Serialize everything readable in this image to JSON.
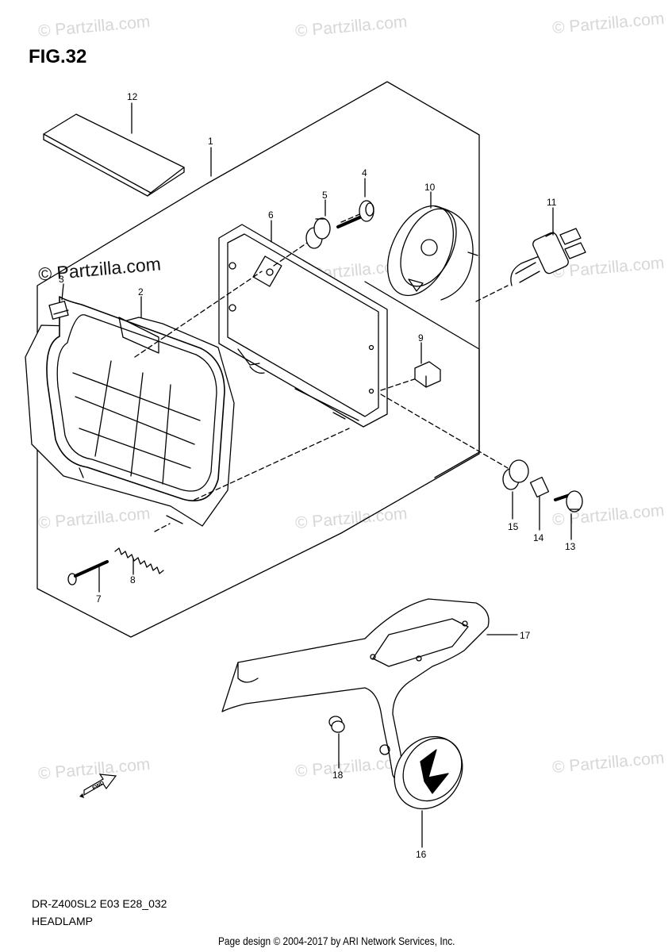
{
  "figure_title": "FIG.32",
  "watermark_text": "© Partzilla.com",
  "model_code": "DR-Z400SL2  E03  E28_032",
  "section_name": "HEADLAMP",
  "credit_line": "Page design © 2004-2017 by ARI Network Services, Inc.",
  "fwd_label": "FWD",
  "callouts": [
    "1",
    "2",
    "3",
    "4",
    "5",
    "6",
    "7",
    "8",
    "9",
    "10",
    "11",
    "12",
    "13",
    "14",
    "15",
    "16",
    "17",
    "18"
  ],
  "colors": {
    "line": "#000000",
    "watermark": "#d7d7d7"
  }
}
